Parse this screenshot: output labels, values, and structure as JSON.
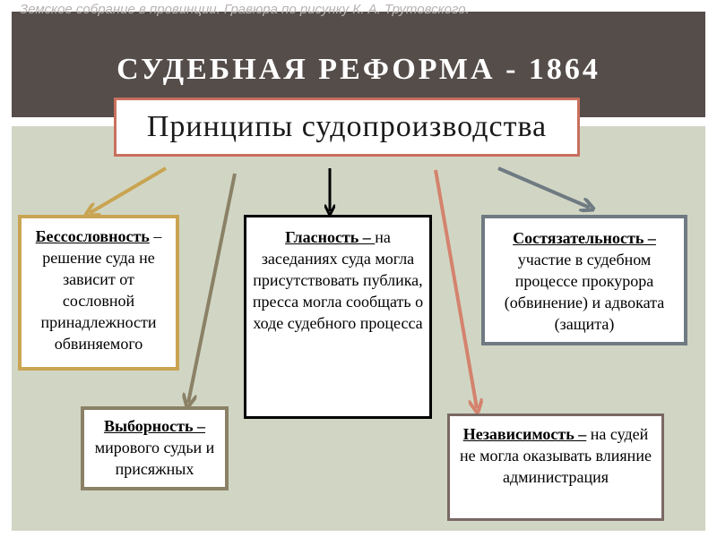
{
  "caption": "Земское собрание в провинции. Гравюра по рисунку К. А. Трутовского.",
  "title": "СУДЕБНАЯ РЕФОРМА - 1864",
  "subtitle": "Принципы судопроизводства",
  "principles": {
    "class": {
      "term": "Бессословность",
      "text": " – решение суда не зависит от сословной принадлежности обвиняемого"
    },
    "glasnost": {
      "term": "Гласность – ",
      "text": "на заседаниях суда могла присутствовать публика, пресса могла сообщать о ходе судебного процесса"
    },
    "sost": {
      "term": "Состязательность –",
      "text": " участие в судебном процессе прокурора (обвинение) и адвоката (защита)"
    },
    "vyb": {
      "term": "Выборность –",
      "text": " мирового судьи и присяжных"
    },
    "nez": {
      "term": "Независимость –",
      "text": " на судей не могла оказывать влияние администрация"
    }
  },
  "colors": {
    "header": "#554d4a",
    "content_bg": "#d1d6c4",
    "accent_red": "#c96f5e",
    "arrow_gold": "#c9a452",
    "arrow_olive": "#8b8167",
    "arrow_black": "#000000",
    "arrow_salmon": "#d4836e",
    "arrow_slate": "#6f7a82"
  }
}
